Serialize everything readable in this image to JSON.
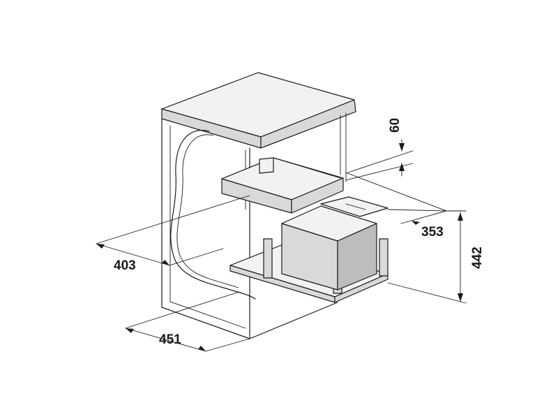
{
  "dimensions": {
    "depth_inner": "403",
    "depth_outer": "451",
    "width": "353",
    "height": "442",
    "top_offset": "60"
  }
}
